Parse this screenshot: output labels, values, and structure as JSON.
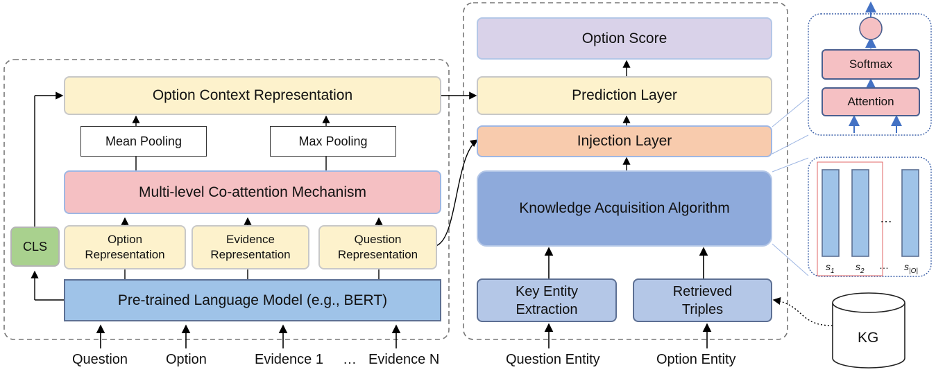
{
  "left": {
    "option_context": "Option Context Representation",
    "mean_pooling": "Mean Pooling",
    "max_pooling": "Max Pooling",
    "coattention": "Multi-level Co-attention Mechanism",
    "cls": "CLS",
    "option_rep": [
      "Option",
      "Representation"
    ],
    "evidence_rep": [
      "Evidence",
      "Representation"
    ],
    "question_rep": [
      "Question",
      "Representation"
    ],
    "plm": "Pre-trained Language Model (e.g., BERT)",
    "inputs": [
      "Question",
      "Option",
      "Evidence 1",
      "…",
      "Evidence N"
    ]
  },
  "right": {
    "option_score": "Option Score",
    "prediction": "Prediction Layer",
    "injection": "Injection Layer",
    "kaa": "Knowledge Acquisition Algorithm",
    "key_entity": [
      "Key Entity",
      "Extraction"
    ],
    "retrieved": [
      "Retrieved",
      "Triples"
    ],
    "inputs": [
      "Question Entity",
      "Option Entity"
    ],
    "kg": "KG"
  },
  "inset_top": {
    "softmax": "Softmax",
    "attention": "Attention"
  },
  "inset_bottom": {
    "dots": "…",
    "labels": [
      "s",
      "1",
      "s",
      "2",
      "…",
      "s",
      "|O|"
    ]
  }
}
